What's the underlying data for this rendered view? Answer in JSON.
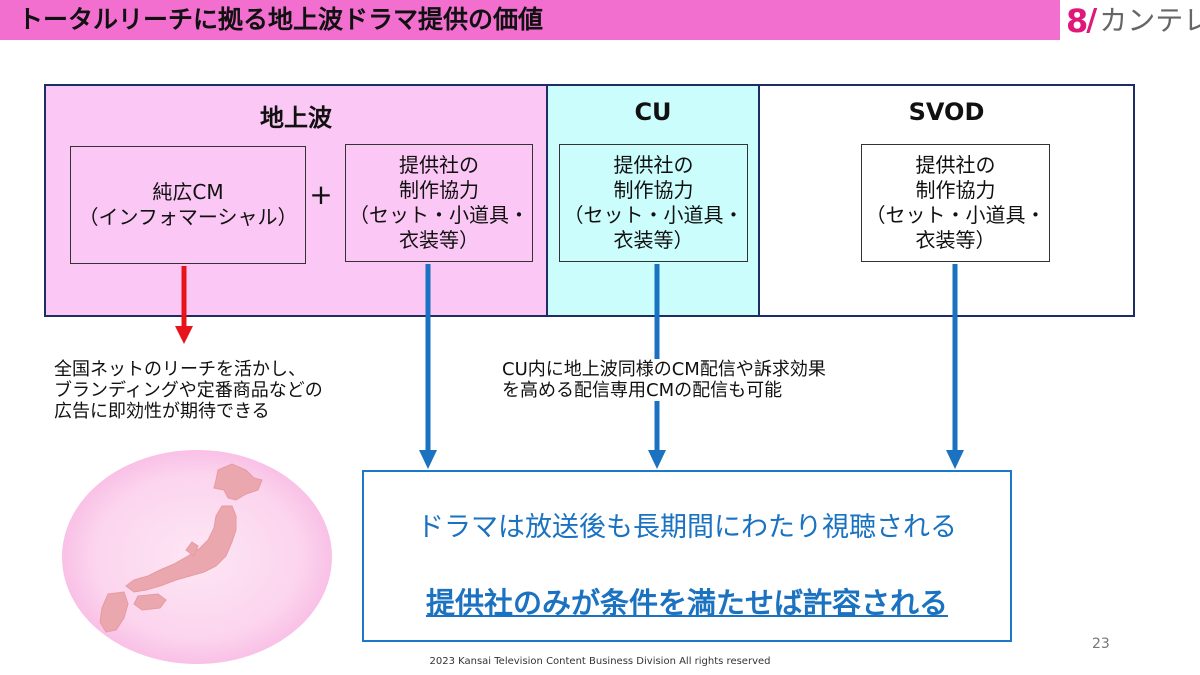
{
  "header": {
    "title": "トータルリーチに拠る地上波ドラマ提供の価値",
    "logo": {
      "mark": "8",
      "text": "カンテレ"
    }
  },
  "panels": {
    "terrestrial": {
      "title": "地上波",
      "cm_box_line1": "純広CM",
      "cm_box_line2": "（インフォマーシャル）",
      "plus": "+",
      "coop_box_lines": [
        "提供社の",
        "制作協力",
        "（セット・小道具・",
        "衣装等）"
      ]
    },
    "cu": {
      "title": "CU",
      "coop_box_lines": [
        "提供社の",
        "制作協力",
        "（セット・小道具・",
        "衣装等）"
      ]
    },
    "svod": {
      "title": "SVOD",
      "coop_box_lines": [
        "提供社の",
        "制作協力",
        "（セット・小道具・",
        "衣装等）"
      ]
    }
  },
  "notes": {
    "terrestrial_cm": [
      "全国ネットのリーチを活かし、",
      "ブランディングや定番商品などの",
      "広告に即効性が期待できる"
    ],
    "cu": [
      "CU内に地上波同様のCM配信や訴求効果",
      "を高める配信専用CMの配信も可能"
    ]
  },
  "result": {
    "line1": "ドラマは放送後も長期間にわたり視聴される",
    "line2": "提供社のみが条件を満たせば許容される"
  },
  "page_number": "23",
  "footer": "2023 Kansai Television Content Business Division All rights reserved",
  "colors": {
    "title_bar": "#f26fd0",
    "terrestrial_bg": "#fbc7f4",
    "cu_bg": "#ccfdfd",
    "border_navy": "#1e2d64",
    "arrow_red": "#e8141b",
    "arrow_blue": "#1a72c0",
    "logo_accent": "#e0187a"
  }
}
